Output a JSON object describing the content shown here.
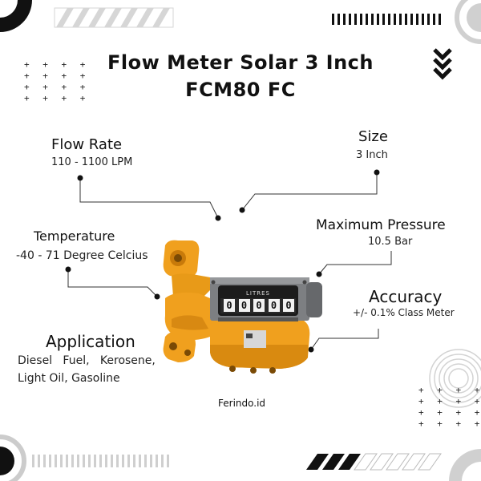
{
  "title": {
    "line1": "Flow Meter Solar 3 Inch",
    "line2": "FCM80 FC"
  },
  "specs": {
    "flow_rate": {
      "label": "Flow Rate",
      "value": "110 - 1100 LPM"
    },
    "size": {
      "label": "Size",
      "value": "3 Inch"
    },
    "temperature": {
      "label": "Temperature",
      "value": "-40 - 71 Degree Celcius"
    },
    "max_pressure": {
      "label": "Maximum Pressure",
      "value": "10.5 Bar"
    },
    "accuracy": {
      "label": "Accuracy",
      "value": "+/- 0.1% Class Meter"
    },
    "application": {
      "label": "Application",
      "value_line1": "Diesel   Fuel,   Kerosene,",
      "value_line2": "Light Oil, Gasoline"
    }
  },
  "meter": {
    "unit_label": "LITRES",
    "digits": [
      "0",
      "0",
      "0",
      "0",
      "0"
    ]
  },
  "footer": {
    "brand": "Ferindo.id"
  },
  "colors": {
    "meter_body": "#f0a01e",
    "meter_shadow": "#c87a0a",
    "register_gray": "#7d7f82",
    "accent_dark": "#111111"
  },
  "decor_icons": [
    "chevron-down-icon",
    "plus-grid-icon",
    "concentric-circle-icon"
  ]
}
